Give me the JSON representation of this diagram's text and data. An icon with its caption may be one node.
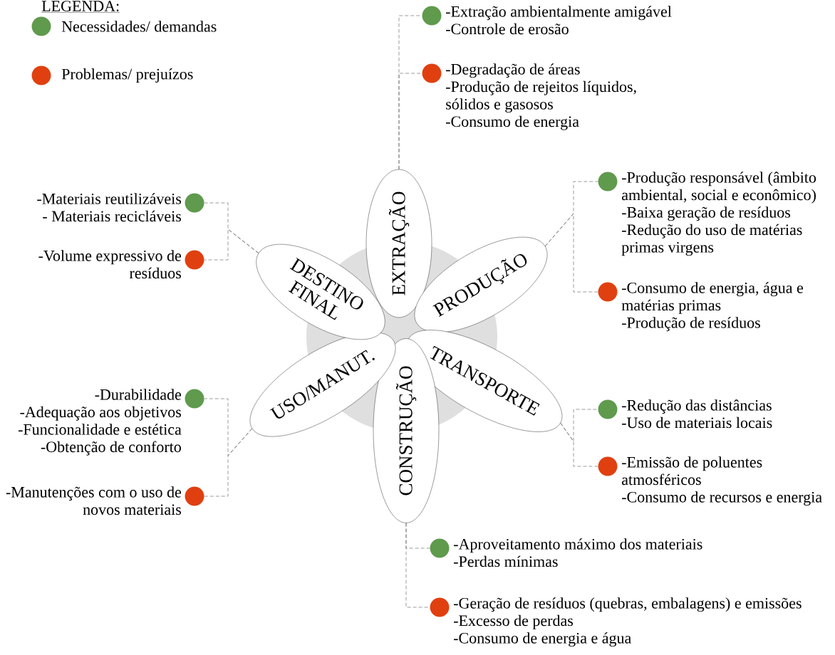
{
  "diagram": {
    "nodes": [
      {
        "text": [
          "EXTRAÇÃO"
        ]
      },
      {
        "text": [
          "PRODUÇÃO"
        ]
      },
      {
        "text": [
          "TRANSPORTE"
        ]
      },
      {
        "text": [
          "CONSTRUÇÃO"
        ]
      },
      {
        "text": [
          "USO/MANUT."
        ]
      },
      {
        "text": [
          "DESTINO FINAL"
        ]
      },
      {
        "text": [],
        "shape": "circle",
        "beside": [
          "-Extração ambientalmente amigável",
          "-Controle de erosão"
        ]
      },
      {
        "text": [],
        "shape": "circle",
        "beside": [
          "-Degradação de áreas",
          "-Produção de rejeitos líquidos, sólidos e gasosos",
          "-Consumo de energia"
        ]
      },
      {
        "text": [],
        "shape": "circle",
        "beside": [
          "-Produção responsável (âmbito ambiental, social e econômico)",
          "-Baixa geração de resíduos",
          "-Redução do uso de matérias primas virgens"
        ]
      },
      {
        "text": [],
        "shape": "circle",
        "beside": [
          "-Consumo de energia, água e matérias primas",
          "-Produção de resíduos"
        ]
      },
      {
        "text": [],
        "shape": "circle",
        "beside": [
          "-Redução das distâncias",
          "-Uso de materiais locais"
        ]
      },
      {
        "text": [],
        "shape": "circle",
        "beside": [
          "-Emissão de poluentes atmosféricos",
          "-Consumo de recursos e energia"
        ]
      },
      {
        "text": [],
        "shape": "circle",
        "beside": [
          "-Aproveitamento máximo dos materiais",
          "-Perdas mínimas"
        ]
      },
      {
        "text": [],
        "shape": "circle",
        "beside": [
          "-Geração de resíduos (quebras, embalagens) e emissões",
          "-Excesso de perdas",
          "-Consumo de energia e água"
        ]
      },
      {
        "text": [],
        "shape": "circle",
        "beside": [
          "-Durabilidade",
          "-Adequação aos objetivos",
          "-Funcionalidade e estética",
          "-Obtenção de conforto"
        ]
      },
      {
        "text": [],
        "shape": "circle",
        "beside": [
          "-Manutenções com o uso de novos materiais"
        ]
      },
      {
        "text": [],
        "shape": "circle",
        "beside": [
          "-Materiais reutilizáveis",
          "- Materiais recicláveis"
        ]
      },
      {
        "text": [],
        "shape": "circle",
        "beside": [
          "-Volume expressivo de resíduos"
        ]
      }
    ],
    "edges": [
      {
        "from": 0,
        "to": 6,
        "arrow": "none",
        "style": "dashed"
      },
      {
        "from": 0,
        "to": 7,
        "arrow": "none",
        "style": "dashed"
      },
      {
        "from": 1,
        "to": 8,
        "arrow": "none",
        "style": "dashed"
      },
      {
        "from": 1,
        "to": 9,
        "arrow": "none",
        "style": "dashed"
      },
      {
        "from": 2,
        "to": 10,
        "arrow": "none",
        "style": "dashed"
      },
      {
        "from": 2,
        "to": 11,
        "arrow": "none",
        "style": "dashed"
      },
      {
        "from": 3,
        "to": 12,
        "arrow": "none",
        "style": "dashed"
      },
      {
        "from": 3,
        "to": 13,
        "arrow": "none",
        "style": "dashed"
      },
      {
        "from": 4,
        "to": 14,
        "arrow": "none",
        "style": "dashed"
      },
      {
        "from": 4,
        "to": 15,
        "arrow": "none",
        "style": "dashed"
      },
      {
        "from": 5,
        "to": 16,
        "arrow": "none",
        "style": "dashed"
      },
      {
        "from": 5,
        "to": 17,
        "arrow": "none",
        "style": "dashed"
      }
    ],
    "labels": [
      "LEGENDA:"
    ],
    "legend": [
      {
        "text": "Necessidades/ demandas",
        "color": "#5f9a4d"
      },
      {
        "text": "Problemas/ prejuízos",
        "color": "#e04010"
      }
    ]
  }
}
